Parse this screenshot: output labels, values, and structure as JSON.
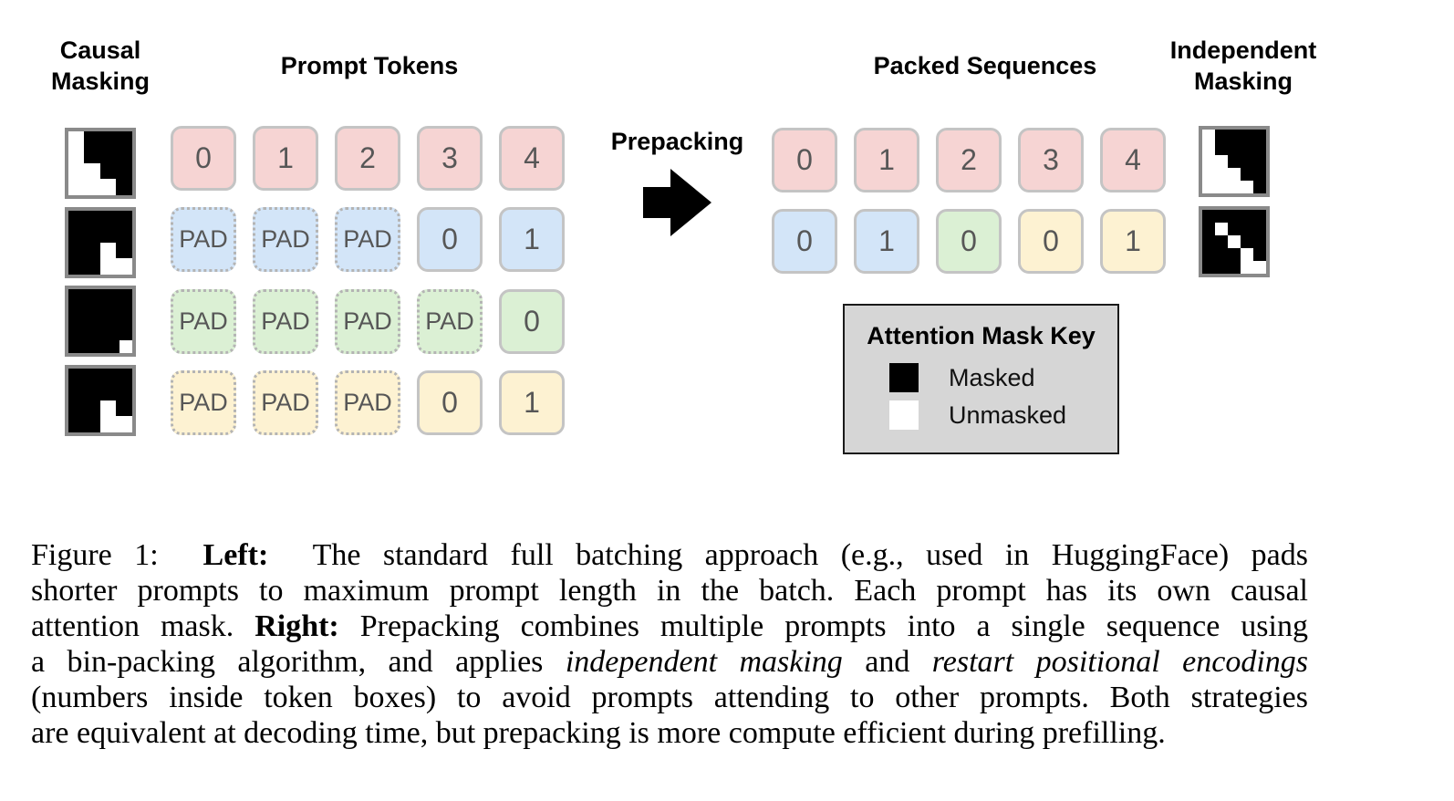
{
  "headers": {
    "causal_masking": "Causal\nMasking",
    "prompt_tokens": "Prompt Tokens",
    "prepacking": "Prepacking",
    "packed_sequences": "Packed Sequences",
    "independent_masking": "Independent\nMasking"
  },
  "colors": {
    "red": "#f6d4d3",
    "blue": "#d3e5f8",
    "green": "#dbf0d4",
    "yellow": "#fdf2d2"
  },
  "prompt_rows": [
    {
      "color": "red",
      "tokens": [
        "0",
        "1",
        "2",
        "3",
        "4"
      ],
      "pad": [
        false,
        false,
        false,
        false,
        false
      ]
    },
    {
      "color": "blue",
      "tokens": [
        "PAD",
        "PAD",
        "PAD",
        "0",
        "1"
      ],
      "pad": [
        true,
        true,
        true,
        false,
        false
      ]
    },
    {
      "color": "green",
      "tokens": [
        "PAD",
        "PAD",
        "PAD",
        "PAD",
        "0"
      ],
      "pad": [
        true,
        true,
        true,
        true,
        false
      ]
    },
    {
      "color": "yellow",
      "tokens": [
        "PAD",
        "PAD",
        "PAD",
        "0",
        "1"
      ],
      "pad": [
        true,
        true,
        true,
        false,
        false
      ]
    }
  ],
  "packed_rows": [
    [
      {
        "label": "0",
        "color": "red"
      },
      {
        "label": "1",
        "color": "red"
      },
      {
        "label": "2",
        "color": "red"
      },
      {
        "label": "3",
        "color": "red"
      },
      {
        "label": "4",
        "color": "red"
      }
    ],
    [
      {
        "label": "0",
        "color": "blue"
      },
      {
        "label": "1",
        "color": "blue"
      },
      {
        "label": "0",
        "color": "green"
      },
      {
        "label": "0",
        "color": "yellow"
      },
      {
        "label": "1",
        "color": "yellow"
      }
    ]
  ],
  "legend": {
    "title": "Attention Mask Key",
    "items": [
      {
        "label": "Masked",
        "color": "#000000"
      },
      {
        "label": "Unmasked",
        "color": "#ffffff"
      }
    ]
  },
  "caption": {
    "lines": [
      [
        {
          "t": "Figure 1:  "
        },
        {
          "t": "Left:",
          "b": true
        },
        {
          "t": "  The standard full batching approach (e.g., used in HuggingFace) pads"
        }
      ],
      [
        {
          "t": "shorter prompts to maximum prompt length in the batch. Each prompt has its own causal"
        }
      ],
      [
        {
          "t": "attention mask. "
        },
        {
          "t": "Right:",
          "b": true
        },
        {
          "t": " Prepacking combines multiple prompts into a single sequence using"
        }
      ],
      [
        {
          "t": "a bin-packing algorithm, and applies "
        },
        {
          "t": "independent masking",
          "i": true
        },
        {
          "t": " and "
        },
        {
          "t": "restart positional encodings",
          "i": true
        }
      ],
      [
        {
          "t": "(numbers inside token boxes) to avoid prompts attending to other prompts. Both strategies"
        }
      ],
      [
        {
          "t": "are equivalent at decoding time, but prepacking is more compute efficient during prefilling."
        }
      ]
    ]
  }
}
